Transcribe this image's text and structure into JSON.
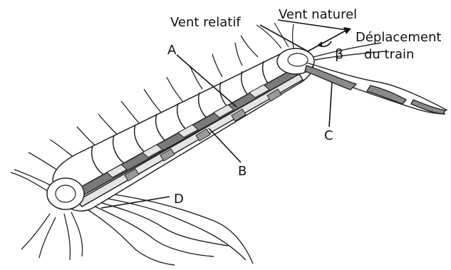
{
  "labels": {
    "vent_relatif": "Vent relatif",
    "vent_naturel": "Vent naturel",
    "deplacement_line1": "Déplacement",
    "deplacement_line2": "du train",
    "beta": "β",
    "a": "A",
    "b": "B",
    "c": "C",
    "d": "D"
  },
  "colors": {
    "ink": "#111111",
    "dark_segment": "#7a7a7a",
    "light_segment": "#e4e4e4",
    "background": "#ffffff"
  }
}
